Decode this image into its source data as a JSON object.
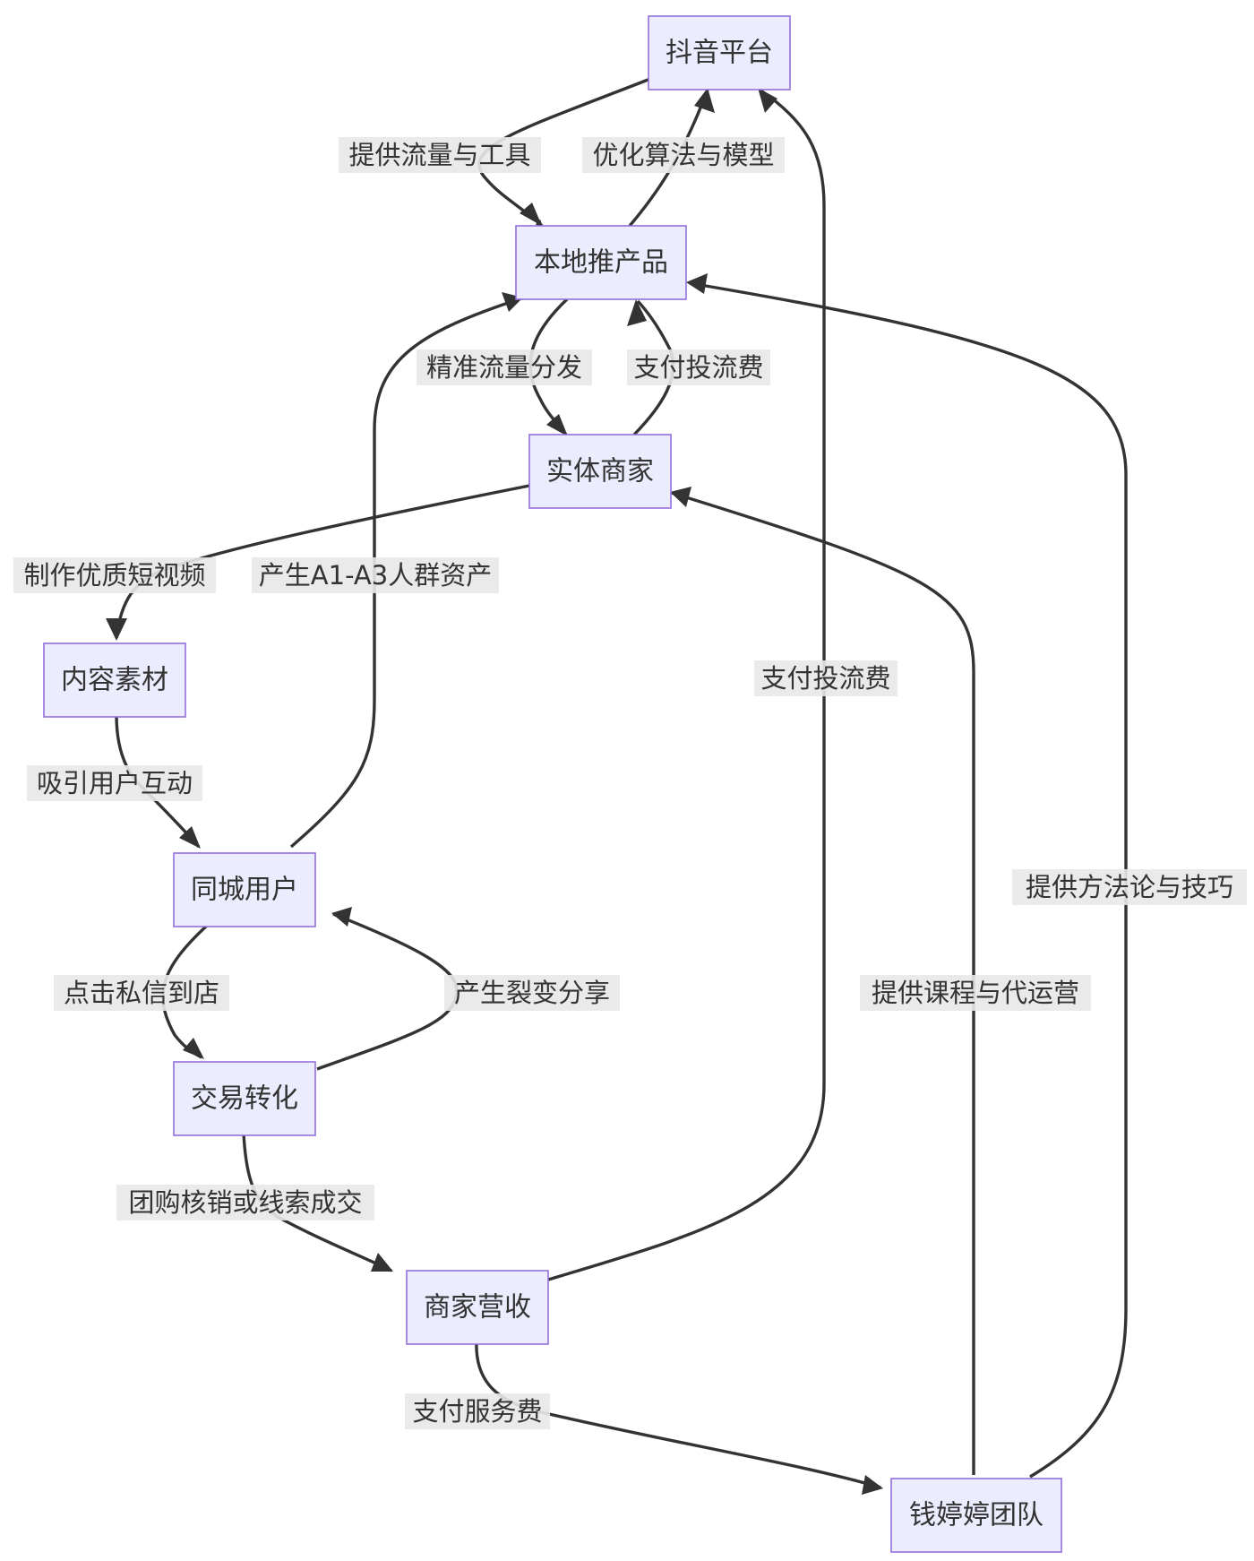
{
  "nodes": {
    "douyin": "抖音平台",
    "product": "本地推产品",
    "merchant": "实体商家",
    "content": "内容素材",
    "users": "同城用户",
    "trade": "交易转化",
    "revenue": "商家营收",
    "team": "钱婷婷团队"
  },
  "edges": {
    "douyin_product": "提供流量与工具",
    "product_douyin": "优化算法与模型",
    "product_merchant": "精准流量分发",
    "merchant_product": "支付投流费",
    "merchant_content": "制作优质短视频",
    "users_product": "产生A1-A3人群资产",
    "revenue_douyin": "支付投流费",
    "content_users": "吸引用户互动",
    "team_product": "提供方法论与技巧",
    "users_trade": "点击私信到店",
    "trade_users": "产生裂变分享",
    "team_merchant": "提供课程与代运营",
    "trade_revenue": "团购核销或线索成交",
    "revenue_team": "支付服务费"
  },
  "colors": {
    "node_fill": "#ececff",
    "node_stroke": "#9370db",
    "edge": "#333333",
    "label_bg": "#e8e8e8",
    "text": "#333333"
  }
}
